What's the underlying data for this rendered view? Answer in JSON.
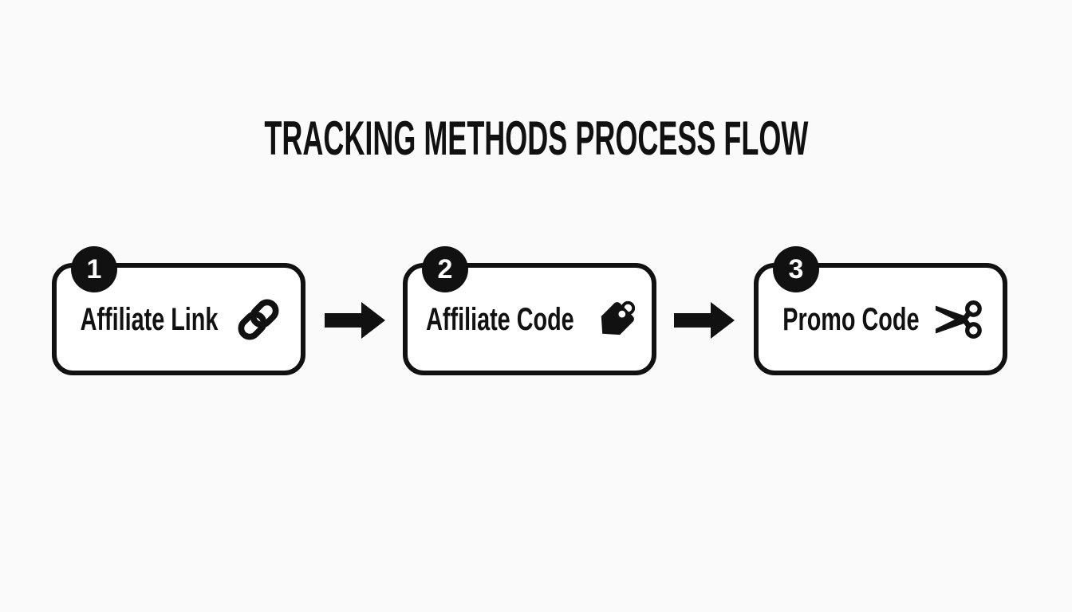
{
  "title": "TRACKING METHODS PROCESS FLOW",
  "colors": {
    "ink": "#111111",
    "background": "#fafafa",
    "box_fill": "#ffffff",
    "badge_text": "#ffffff"
  },
  "steps": [
    {
      "number": "1",
      "label": "Affiliate Link",
      "icon": "link-icon"
    },
    {
      "number": "2",
      "label": "Affiliate Code",
      "icon": "tag-icon"
    },
    {
      "number": "3",
      "label": "Promo Code",
      "icon": "scissors-icon"
    }
  ],
  "connectors": [
    {
      "type": "arrow-right"
    },
    {
      "type": "arrow-right"
    }
  ]
}
